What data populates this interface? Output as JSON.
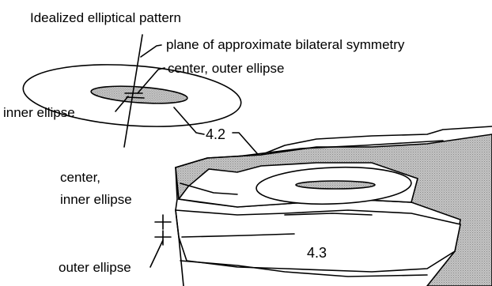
{
  "labels": {
    "title": "Idealized elliptical pattern",
    "plane": "plane of approximate bilateral symmetry",
    "center_outer": "center, outer ellipse",
    "inner_ellipse": "inner ellipse",
    "marker_42": "4.2",
    "center_inner_line1": "center,",
    "center_inner_line2": "inner ellipse",
    "outer_ellipse": "outer ellipse",
    "marker_43": "4.3"
  },
  "colors": {
    "ink": "#000000",
    "shade": "#bdbdbd",
    "background": "#ffffff"
  }
}
